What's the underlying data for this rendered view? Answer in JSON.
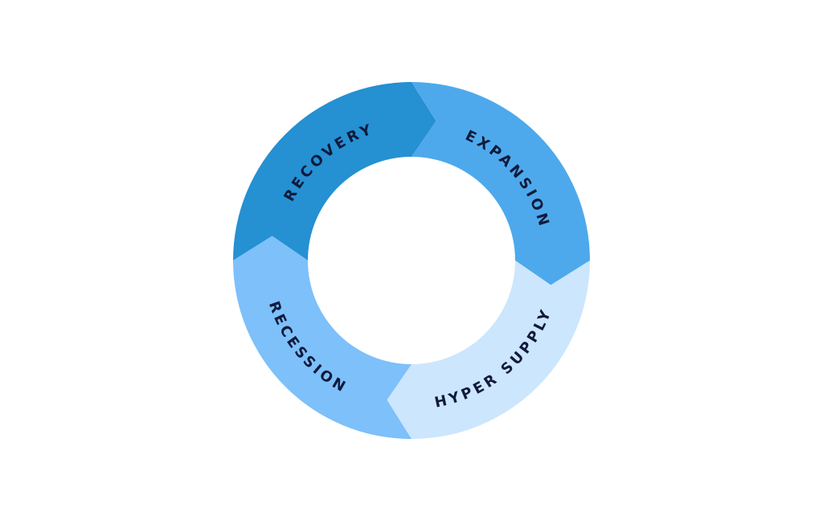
{
  "diagram": {
    "title": "Market cycle",
    "segments": [
      {
        "label": "RECOVERY",
        "color": "#2590D2"
      },
      {
        "label": "EXPANSION",
        "color": "#4DA9EC"
      },
      {
        "label": "HYPER SUPPLY",
        "color": "#CCE6FD"
      },
      {
        "label": "RECESSION",
        "color": "#7DC0FA"
      }
    ],
    "text_color": "#101a3c"
  }
}
